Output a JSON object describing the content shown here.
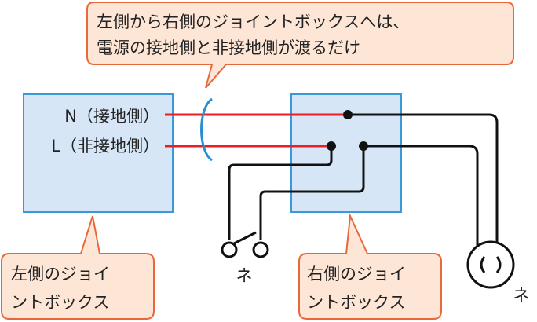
{
  "callout_top": {
    "line1": "左側から右側のジョイントボックスへは、",
    "line2": "電源の接地側と非接地側が渡るだけ"
  },
  "left_box": {
    "n_label": "N（接地側）",
    "l_label": "L（非接地側）"
  },
  "callout_left": {
    "line1": "左側のジョイ",
    "line2": "ントボックス"
  },
  "callout_right": {
    "line1": "右側のジョイ",
    "line2": "ントボックス"
  },
  "switch_label": "ネ",
  "lamp_label": "ネ",
  "colors": {
    "callout_fill": "#fde6d6",
    "callout_stroke": "#e8683a",
    "box_fill": "#d6e6f7",
    "box_stroke": "#3a9ad9",
    "red_wire": "#ee1c24",
    "black_wire": "#111111",
    "bracket": "#2a8fd0"
  }
}
